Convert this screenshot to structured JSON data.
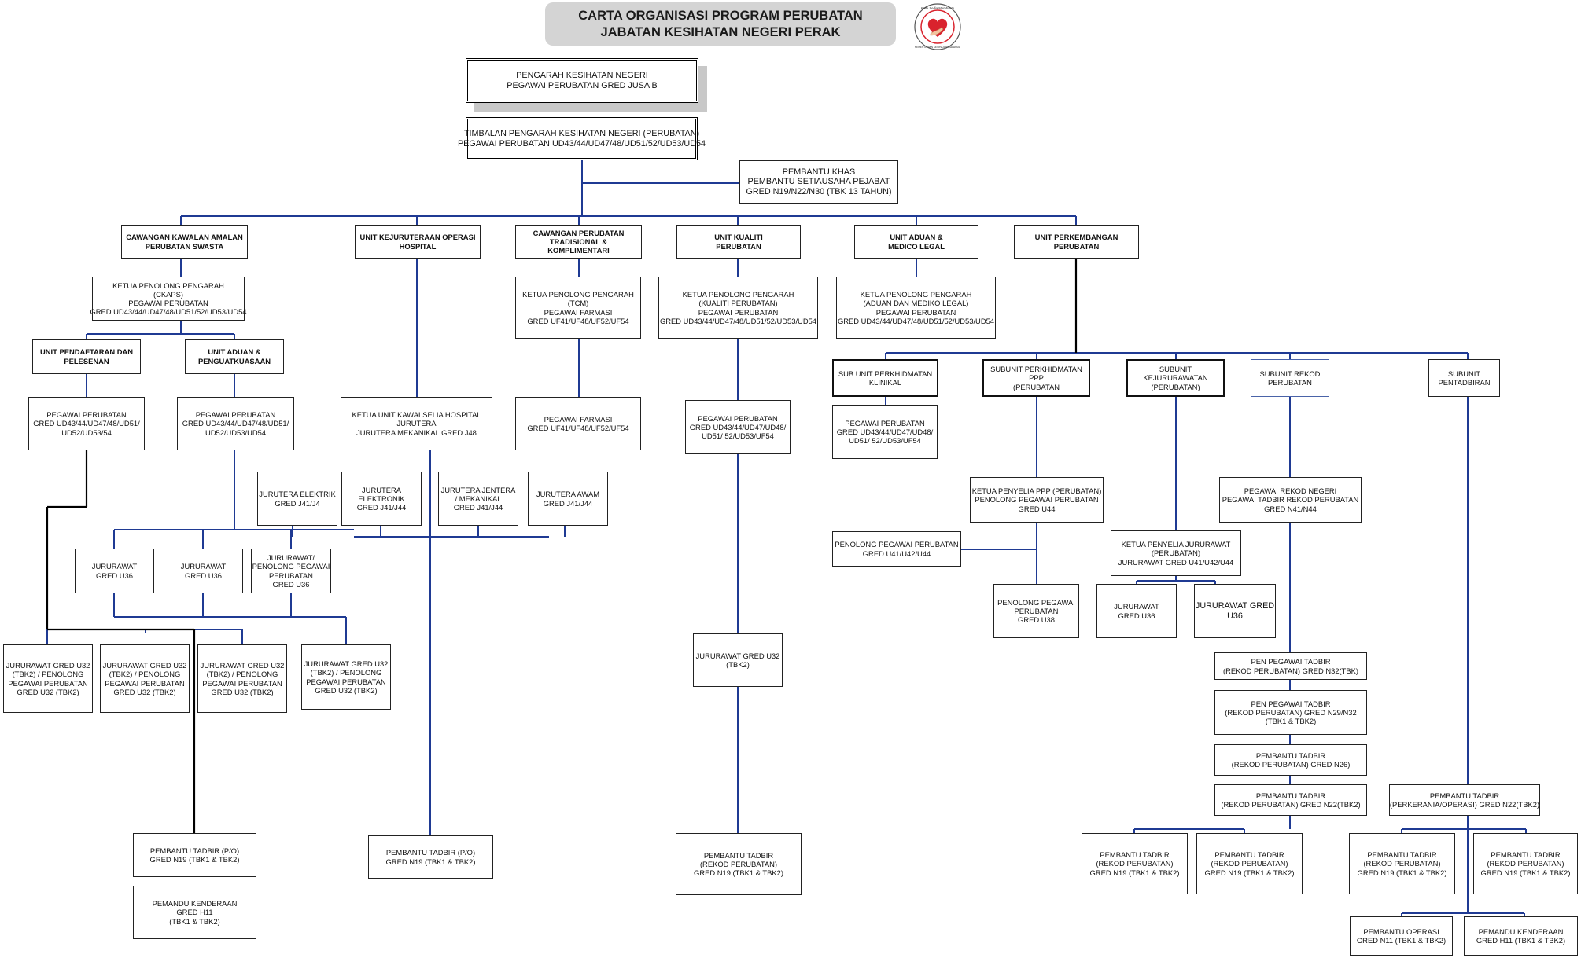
{
  "title": {
    "line1": "CARTA ORGANISASI PROGRAM PERUBATAN",
    "line2": "JABATAN KESIHATAN NEGERI PERAK"
  },
  "logo": {
    "top_text": "Kami Sedia Membantu",
    "bottom_text": "KEMENTERIAN KESIHATAN MALAYSIA",
    "colors": {
      "ring": "#d9232d",
      "heart": "#d9232d",
      "hand": "#f2c4a0"
    }
  },
  "colors": {
    "wire_blue": "#1f3a93",
    "wire_black": "#000000",
    "title_bg": "#d4d4d4"
  },
  "nodes": {
    "pengarah": [
      "PENGARAH KESIHATAN NEGERI",
      "PEGAWAI PERUBATAN GRED JUSA B"
    ],
    "timbalan": [
      "TIMBALAN PENGARAH KESIHATAN NEGERI (PERUBATAN)",
      "PEGAWAI PERUBATAN UD43/44/UD47/48/UD51/52/UD53/UD54"
    ],
    "pembantu_khas": [
      "PEMBANTU KHAS",
      "PEMBANTU SETIAUSAHA PEJABAT",
      "GRED N19/N22/N30 (TBK 13 TAHUN)"
    ],
    "cw_swasta": [
      "CAWANGAN KAWALAN AMALAN",
      "PERUBATAN SWASTA"
    ],
    "u_kejuruteraan": [
      "UNIT KEJURUTERAAN OPERASI",
      "HOSPITAL"
    ],
    "cw_tradisional": [
      "CAWANGAN PERUBATAN",
      "TRADISIONAL &",
      "KOMPLIMENTARI"
    ],
    "u_kualiti": [
      "UNIT KUALITI",
      "PERUBATAN"
    ],
    "u_aduan_medico": [
      "UNIT ADUAN &",
      "MEDICO LEGAL"
    ],
    "u_perkembangan": [
      "UNIT PERKEMBANGAN",
      "PERUBATAN"
    ],
    "ckaps": [
      "KETUA PENOLONG PENGARAH",
      "(CKAPS)",
      "PEGAWAI PERUBATAN",
      "GRED UD43/44/UD47/48/UD51/52/UD53/UD54"
    ],
    "tcm": [
      "KETUA PENOLONG PENGARAH",
      "(TCM)",
      "PEGAWAI FARMASI",
      "GRED UF41/UF48/UF52/UF54"
    ],
    "kpp_kualiti": [
      "KETUA PENOLONG PENGARAH",
      "(KUALITI PERUBATAN)",
      "PEGAWAI PERUBATAN",
      "GRED UD43/44/UD47/48/UD51/52/UD53/UD54"
    ],
    "kpp_aduan": [
      "KETUA PENOLONG PENGARAH",
      "(ADUAN DAN MEDIKO LEGAL)",
      "PEGAWAI PERUBATAN",
      "GRED UD43/44/UD47/48/UD51/52/UD53/UD54"
    ],
    "u_pendaftaran": [
      "UNIT PENDAFTARAN DAN",
      "PELESENAN"
    ],
    "u_aduan_kuatkuasa": [
      "UNIT ADUAN &",
      "PENGUATKUASAAN"
    ],
    "pp_pendaftaran": [
      "PEGAWAI PERUBATAN",
      "GRED UD43/44/UD47/48/UD51/",
      "UD52/UD53/54"
    ],
    "pp_aduan": [
      "PEGAWAI PERUBATAN",
      "GRED UD43/44/UD47/48/UD51/",
      "UD52/UD53/UD54"
    ],
    "ketua_kawalselia": [
      "KETUA UNIT KAWALSELIA HOSPITAL",
      "JURUTERA",
      "JURUTERA MEKANIKAL GRED J48"
    ],
    "pf_tradisional": [
      "PEGAWAI FARMASI",
      "GRED UF41/UF48/UF52/UF54"
    ],
    "pp_kualiti": [
      "PEGAWAI PERUBATAN",
      "GRED UD43/44/UD47/UD48/",
      "UD51/ 52/UD53/UF54"
    ],
    "sub_klinikal": [
      "SUB UNIT PERKHIDMATAN",
      "KLINIKAL"
    ],
    "sub_ppp": [
      "SUBUNIT PERKHIDMATAN",
      "PPP",
      "(PERUBATAN"
    ],
    "sub_kejururawatan": [
      "SUBUNIT",
      "KEJURURAWATAN",
      "(PERUBATAN)"
    ],
    "sub_rekod": [
      "SUBUNIT REKOD",
      "PERUBATAN"
    ],
    "sub_pentadbiran": [
      "SUBUNIT",
      "PENTADBIRAN"
    ],
    "pp_klinikal": [
      "PEGAWAI PERUBATAN",
      "GRED UD43/44/UD47/UD48/",
      "UD51/ 52/UD53/UF54"
    ],
    "j_elektrik": [
      "JURUTERA ELEKTRIK",
      "GRED J41/J4"
    ],
    "j_elektronik": [
      "JURUTERA",
      "ELEKTRONIK",
      "GRED J41/J44"
    ],
    "j_jentera": [
      "JURUTERA JENTERA",
      "/ MEKANIKAL",
      "GRED J41/J44"
    ],
    "j_awam": [
      "JURUTERA AWAM",
      "GRED J41/J44"
    ],
    "ketua_ppp": [
      "KETUA PENYELIA PPP (PERUBATAN)",
      "PENOLONG PEGAWAI PERUBATAN",
      "GRED U44"
    ],
    "pegawai_rekod": [
      "PEGAWAI REKOD NEGERI",
      "PEGAWAI TADBIR REKOD PERUBATAN",
      "GRED N41/N44"
    ],
    "penolong_pp_u41": [
      "PENOLONG PEGAWAI PERUBATAN",
      "GRED U41/U42/U44"
    ],
    "ketua_jururawat": [
      "KETUA PENYELIA JURURAWAT",
      "(PERUBATAN)",
      "JURURAWAT GRED U41/U42/U44"
    ],
    "jr_u36_a": [
      "JURURAWAT",
      "GRED U36"
    ],
    "jr_u36_b": [
      "JURURAWAT",
      "GRED U36"
    ],
    "jr_ppp_u36": [
      "JURURAWAT/",
      "PENOLONG PEGAWAI",
      "PERUBATAN",
      "GRED U36"
    ],
    "ppp_u38": [
      "PENOLONG PEGAWAI",
      "PERUBATAN",
      "GRED U38"
    ],
    "jr_u36_c": [
      "JURURAWAT",
      "GRED U36"
    ],
    "jr_u36_d": [
      "JURURAWAT GRED",
      "U36"
    ],
    "jr_u32_a": [
      "JURURAWAT GRED U32",
      "(TBK2) / PENOLONG",
      "PEGAWAI PERUBATAN",
      "GRED U32 (TBK2)"
    ],
    "jr_u32_b": [
      "JURURAWAT GRED U32",
      "(TBK2) / PENOLONG",
      "PEGAWAI PERUBATAN",
      "GRED U32 (TBK2)"
    ],
    "jr_u32_c": [
      "JURURAWAT GRED U32",
      "(TBK2) / PENOLONG",
      "PEGAWAI PERUBATAN",
      "GRED U32 (TBK2)"
    ],
    "jr_u32_d": [
      "JURURAWAT GRED U32",
      "(TBK2) / PENOLONG",
      "PEGAWAI PERUBATAN",
      "GRED U32 (TBK2)"
    ],
    "jr_u32_kualiti": [
      "JURURAWAT GRED U32",
      "(TBK2)"
    ],
    "pen_pt_n32": [
      "PEN PEGAWAI TADBIR",
      "(REKOD PERUBATAN) GRED N32(TBK)"
    ],
    "pen_pt_n29": [
      "PEN PEGAWAI TADBIR",
      "(REKOD PERUBATAN) GRED N29/N32",
      "(TBK1 & TBK2)"
    ],
    "pt_n26": [
      "PEMBANTU TADBIR",
      "(REKOD PERUBATAN) GRED N26)"
    ],
    "pt_n22_rekod": [
      "PEMBANTU TADBIR",
      "(REKOD PERUBATAN) GRED N22(TBK2)"
    ],
    "pt_n22_operasi": [
      "PEMBANTU TADBIR",
      "(PERKERANIA/OPERASI) GRED N22(TBK2)"
    ],
    "pt_po_swasta": [
      "PEMBANTU TADBIR (P/O)",
      "GRED N19 (TBK1 & TBK2)"
    ],
    "pt_po_kejuruteraan": [
      "PEMBANTU TADBIR (P/O)",
      "GRED N19 (TBK1 & TBK2)"
    ],
    "pt_rekod_kualiti": [
      "PEMBANTU TADBIR",
      "(REKOD PERUBATAN)",
      "GRED N19 (TBK1 & TBK2)"
    ],
    "pt_rekod_1": [
      "PEMBANTU TADBIR",
      "(REKOD PERUBATAN)",
      "GRED N19 (TBK1 & TBK2)"
    ],
    "pt_rekod_2": [
      "PEMBANTU TADBIR",
      "(REKOD PERUBATAN)",
      "GRED N19 (TBK1 & TBK2)"
    ],
    "pt_rekod_3": [
      "PEMBANTU TADBIR",
      "(REKOD PERUBATAN)",
      "GRED N19 (TBK1 & TBK2)"
    ],
    "pt_rekod_4": [
      "PEMBANTU TADBIR",
      "(REKOD PERUBATAN)",
      "GRED N19 (TBK1 & TBK2)"
    ],
    "pemandu_swasta": [
      "PEMANDU KENDERAAN",
      "GRED H11",
      "(TBK1 & TBK2)"
    ],
    "pembantu_operasi": [
      "PEMBANTU OPERASI",
      "GRED N11 (TBK1 & TBK2)"
    ],
    "pemandu_pentadbiran": [
      "PEMANDU KENDERAAN",
      "GRED H11 (TBK1 & TBK2)"
    ]
  }
}
